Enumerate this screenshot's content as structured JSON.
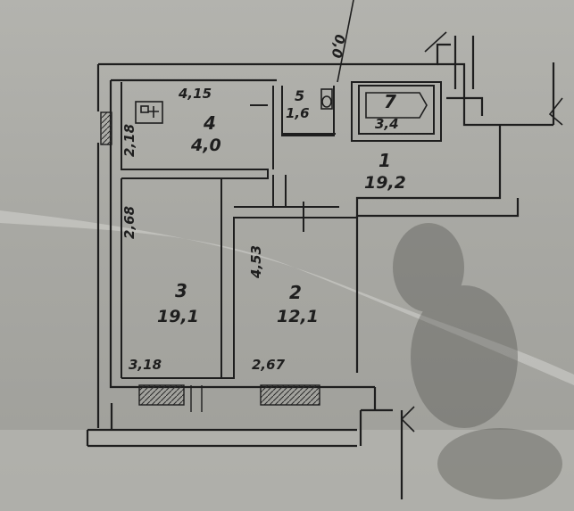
{
  "rooms": [
    {
      "id": "1",
      "number": "1",
      "area": "19,2"
    },
    {
      "id": "2",
      "number": "2",
      "area": "12,1"
    },
    {
      "id": "3",
      "number": "3",
      "area": "19,1"
    },
    {
      "id": "4",
      "number": "4",
      "area": "4,0"
    },
    {
      "id": "5",
      "number": "5",
      "area": "1,6"
    },
    {
      "id": "7",
      "number": "7",
      "area": "3,4"
    }
  ],
  "dimensions": {
    "top_width": "4,15",
    "kitchen_height": "2,18",
    "room3_height": "2,68",
    "room2_height": "4,53",
    "room3_width": "3,18",
    "room2_width": "2,67",
    "top_fragment": "0,0"
  },
  "colors": {
    "background": "#ababa6",
    "ink": "#1e1e1e"
  }
}
